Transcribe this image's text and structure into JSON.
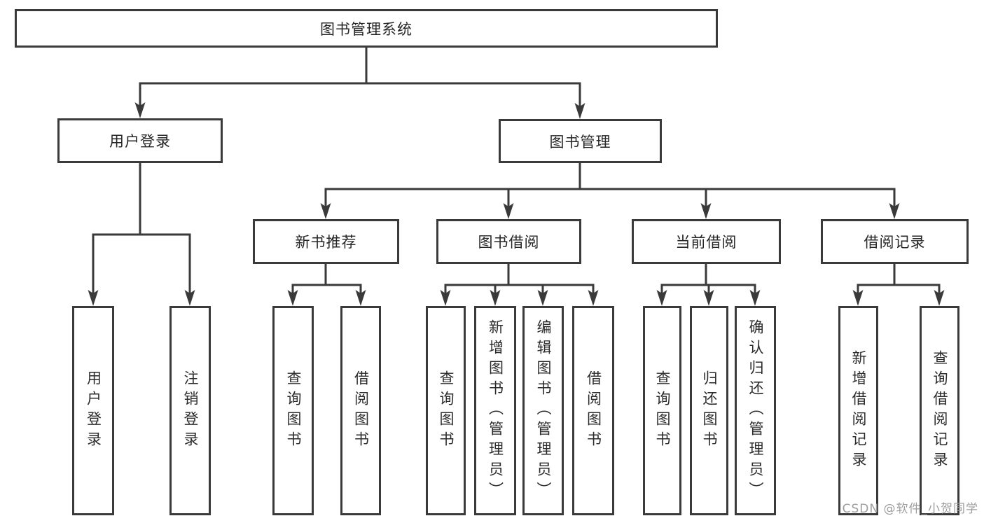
{
  "watermark": "CSDN @软件_小贺同学",
  "colors": {
    "line": "#3a3a3a",
    "box_border": "#3a3a3a",
    "box_background": "#ffffff",
    "text": "#2b2b2b",
    "watermark": "#9e9e9e"
  },
  "tree": {
    "label": "图书管理系统",
    "children": [
      {
        "label": "用户登录",
        "children": [
          {
            "label": "用户登录"
          },
          {
            "label": "注销登录"
          }
        ]
      },
      {
        "label": "图书管理",
        "children": [
          {
            "label": "新书推荐",
            "children": [
              {
                "label": "查询图书"
              },
              {
                "label": "借阅图书"
              }
            ]
          },
          {
            "label": "图书借阅",
            "children": [
              {
                "label": "查询图书"
              },
              {
                "label": "新增图书（管理员）"
              },
              {
                "label": "编辑图书（管理员）"
              },
              {
                "label": "借阅图书"
              }
            ]
          },
          {
            "label": "当前借阅",
            "children": [
              {
                "label": "查询图书"
              },
              {
                "label": "归还图书"
              },
              {
                "label": "确认归还（管理员）"
              }
            ]
          },
          {
            "label": "借阅记录",
            "children": [
              {
                "label": "新增借阅记录"
              },
              {
                "label": "查询借阅记录"
              }
            ]
          }
        ]
      }
    ]
  }
}
